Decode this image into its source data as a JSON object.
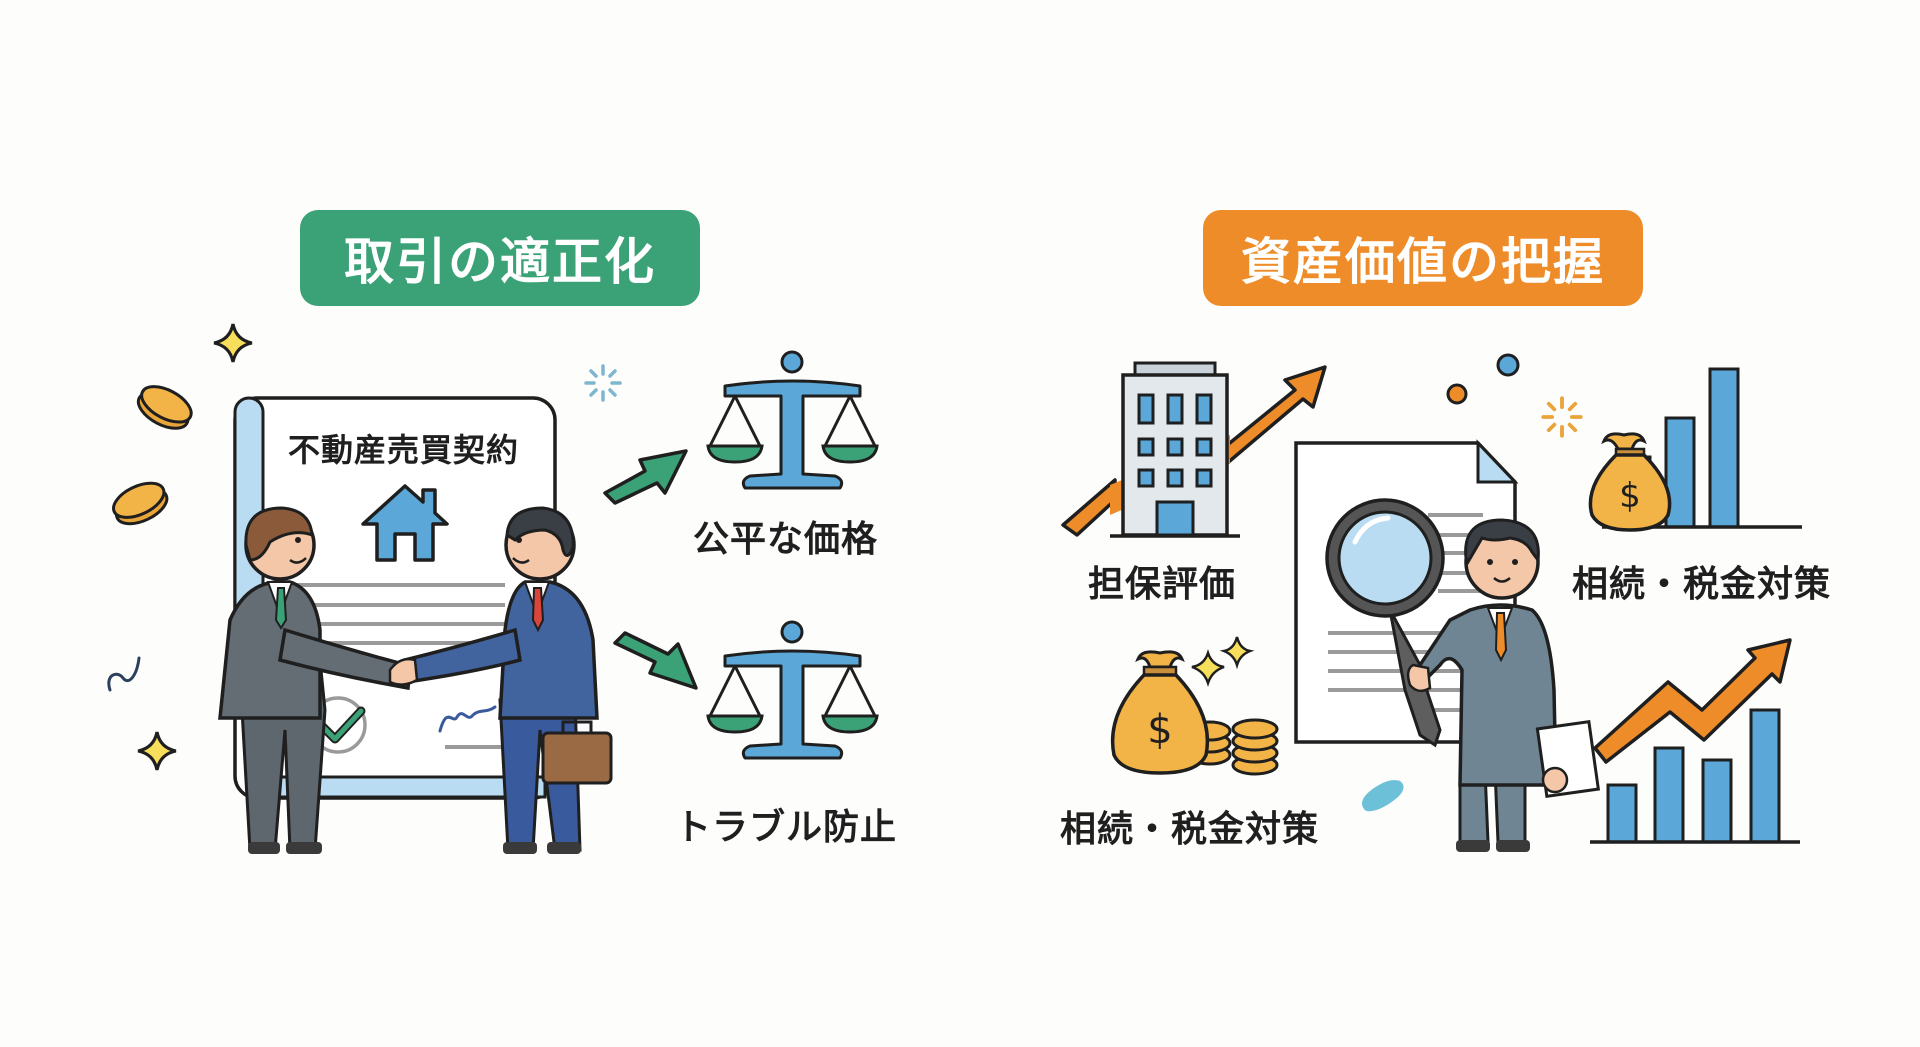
{
  "colors": {
    "background": "#fdfdfc",
    "green": "#3aa276",
    "orange": "#ee8c2a",
    "blue": "#5aa7d8",
    "light_blue": "#b9dcf2",
    "gold": "#f2b347",
    "navy": "#3a5a9e",
    "gray_suit": "#5e666e",
    "blue_gray_suit": "#6f8593",
    "ink": "#1f1f1f"
  },
  "left_panel": {
    "title": "取引の適正化",
    "contract": {
      "title": "不動産売買契約",
      "icon": "house-icon"
    },
    "outcomes": [
      {
        "label": "公平な価格",
        "icon": "scales-icon"
      },
      {
        "label": "トラブル防止",
        "icon": "scales-icon"
      }
    ],
    "decorations": [
      "coin-icon",
      "coin-icon",
      "sparkle-icon",
      "sparkle-icon",
      "squiggle-icon",
      "burst-icon"
    ]
  },
  "right_panel": {
    "title": "資産価値の把握",
    "items": [
      {
        "label": "担保評価",
        "icon": "building-with-rising-arrow-icon"
      },
      {
        "label": "相続・税金対策",
        "icon": "money-bag-bar-chart-icon"
      },
      {
        "label": "相続・税金対策",
        "icon": "money-bag-coins-icon"
      }
    ],
    "center": {
      "icon": "appraiser-with-magnifier-icon"
    },
    "chart_bottom_right": {
      "icon": "bar-chart-rising-arrow-icon"
    }
  }
}
